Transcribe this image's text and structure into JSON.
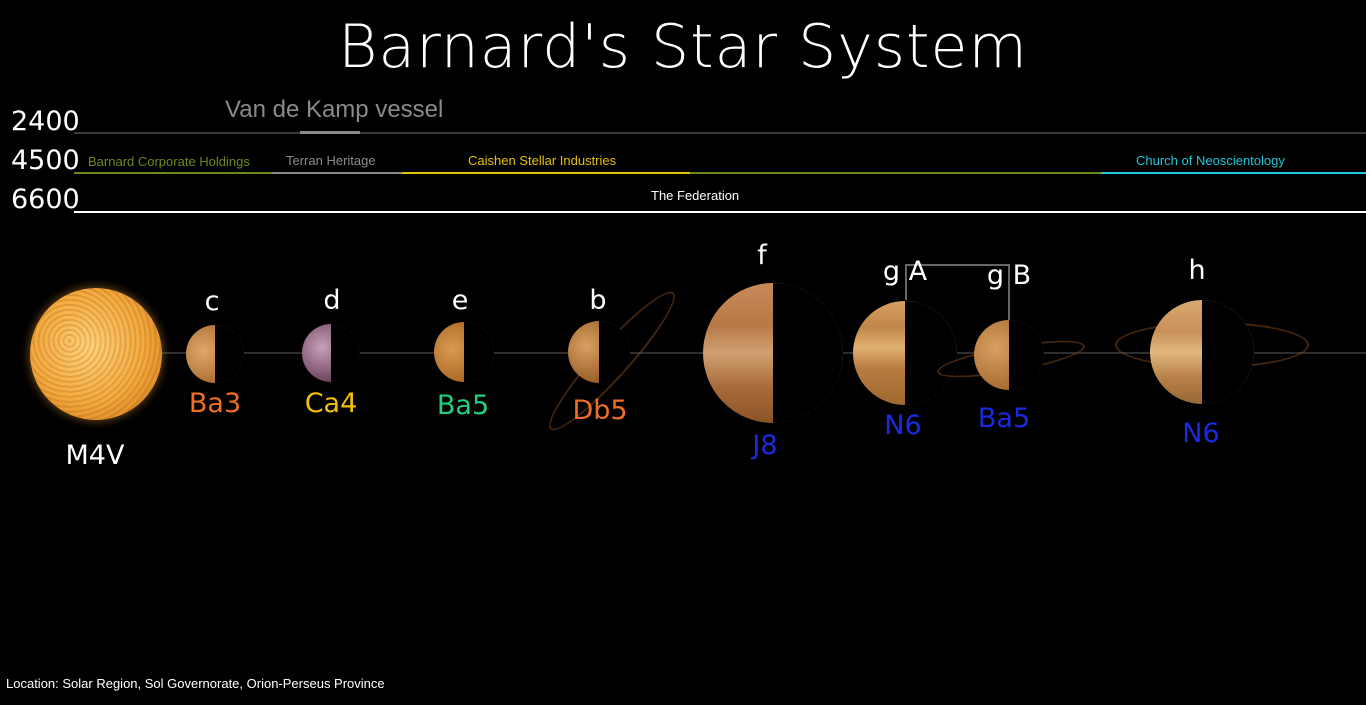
{
  "title": "Barnard's Star System",
  "timeline": {
    "years": [
      "2400",
      "4500",
      "6600"
    ],
    "vessel_label": "Van de Kamp vessel",
    "factions": [
      {
        "name": "Barnard Corporate Holdings",
        "color": "#6b8a1e"
      },
      {
        "name": "Terran Heritage",
        "color": "#8c8c8c"
      },
      {
        "name": "Caishen Stellar Industries",
        "color": "#e5c000"
      },
      {
        "name": "Church of Neoscientology",
        "color": "#22c6d6"
      },
      {
        "name": "The Federation",
        "color": "#ffffff"
      }
    ]
  },
  "star": {
    "class": "M4V"
  },
  "planets": [
    {
      "name": "c",
      "class": "Ba3",
      "class_color": "#f07020"
    },
    {
      "name": "d",
      "class": "Ca4",
      "class_color": "#f0c000"
    },
    {
      "name": "e",
      "class": "Ba5",
      "class_color": "#20d080"
    },
    {
      "name": "b",
      "class": "Db5",
      "class_color": "#f07020"
    },
    {
      "name": "f",
      "class": "J8",
      "class_color": "#1a2ae0"
    },
    {
      "name": "g A",
      "class": "N6",
      "class_color": "#1a2ae0"
    },
    {
      "name": "g B",
      "class": "Ba5",
      "class_color": "#1a2ae0"
    },
    {
      "name": "h",
      "class": "N6",
      "class_color": "#1a2ae0"
    }
  ],
  "location": "Location: Solar Region, Sol Governorate, Orion-Perseus Province"
}
